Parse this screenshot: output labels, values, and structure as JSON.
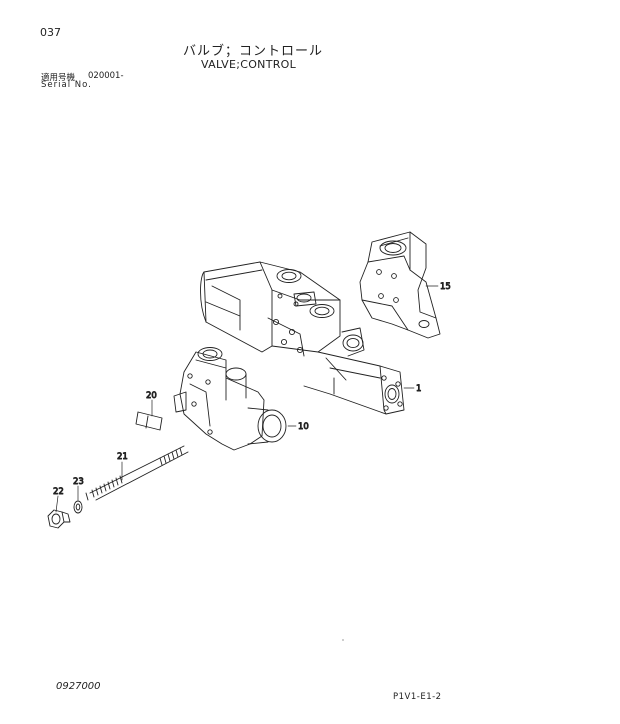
{
  "page": {
    "number": "037",
    "title_jp": "バルブ；コントロール",
    "title_en": "VALVE;CONTROL"
  },
  "serial": {
    "label_jp": "適用号機",
    "value": "020001-",
    "label_en": "Serial No."
  },
  "callouts": {
    "c1": "1",
    "c10": "10",
    "c15": "15",
    "c20": "20",
    "c21": "21",
    "c22": "22",
    "c23": "23"
  },
  "footer": {
    "left": "0927000",
    "right": "P1V1-E1-2"
  }
}
